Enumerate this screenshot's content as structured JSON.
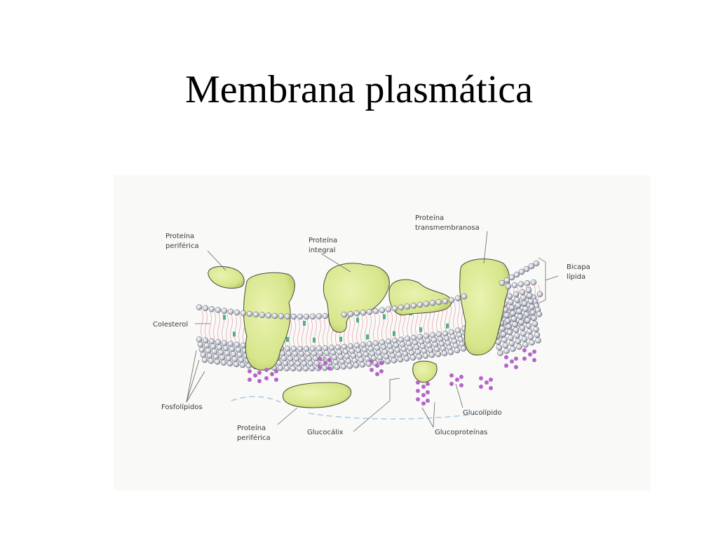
{
  "title": "Membrana plasmática",
  "labels": {
    "peripheral_top": [
      "Proteína",
      "periférica"
    ],
    "integral": [
      "Proteína",
      "integral"
    ],
    "transmembrane": [
      "Proteína",
      "transmembranosa"
    ],
    "bilayer": [
      "Bicapa",
      "lípida"
    ],
    "cholesterol": "Colesterol",
    "phospholipids": "Fosfolípidos",
    "peripheral_bottom": [
      "Proteína",
      "periférica"
    ],
    "glycocalyx": "Glucocálix",
    "glycolipid": "Glucolípido",
    "glycoproteins": "Glucoproteínas"
  },
  "colors": {
    "protein": "#d6e58a",
    "protein_outline": "#4a4a3a",
    "head": "#c9ccd6",
    "head_outline": "#555a66",
    "tail": "#e8a8b0",
    "cholesterol": "#4fb08a",
    "sugar": "#b565c8"
  }
}
